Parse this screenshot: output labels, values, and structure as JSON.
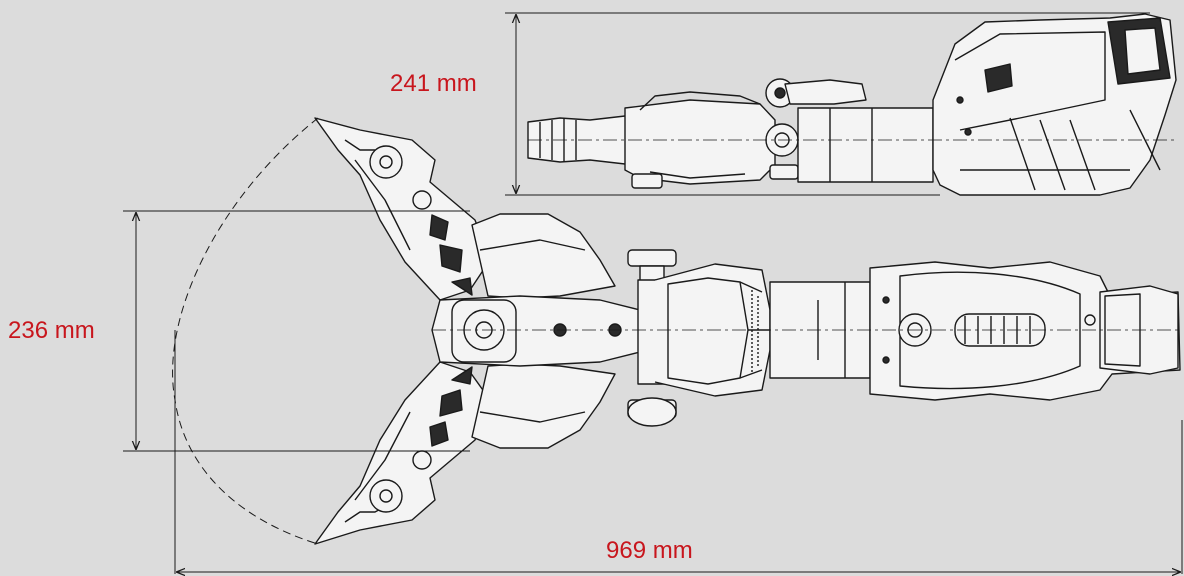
{
  "dimensions": {
    "height_top": "241 mm",
    "height_front": "236 mm",
    "total_length": "969 mm"
  },
  "colors": {
    "background": "#dcdcdc",
    "dimension_text": "#c8161d",
    "line": "#1a1a1a",
    "tool_fill": "#f4f4f4",
    "tool_dark": "#2a2a2a"
  }
}
